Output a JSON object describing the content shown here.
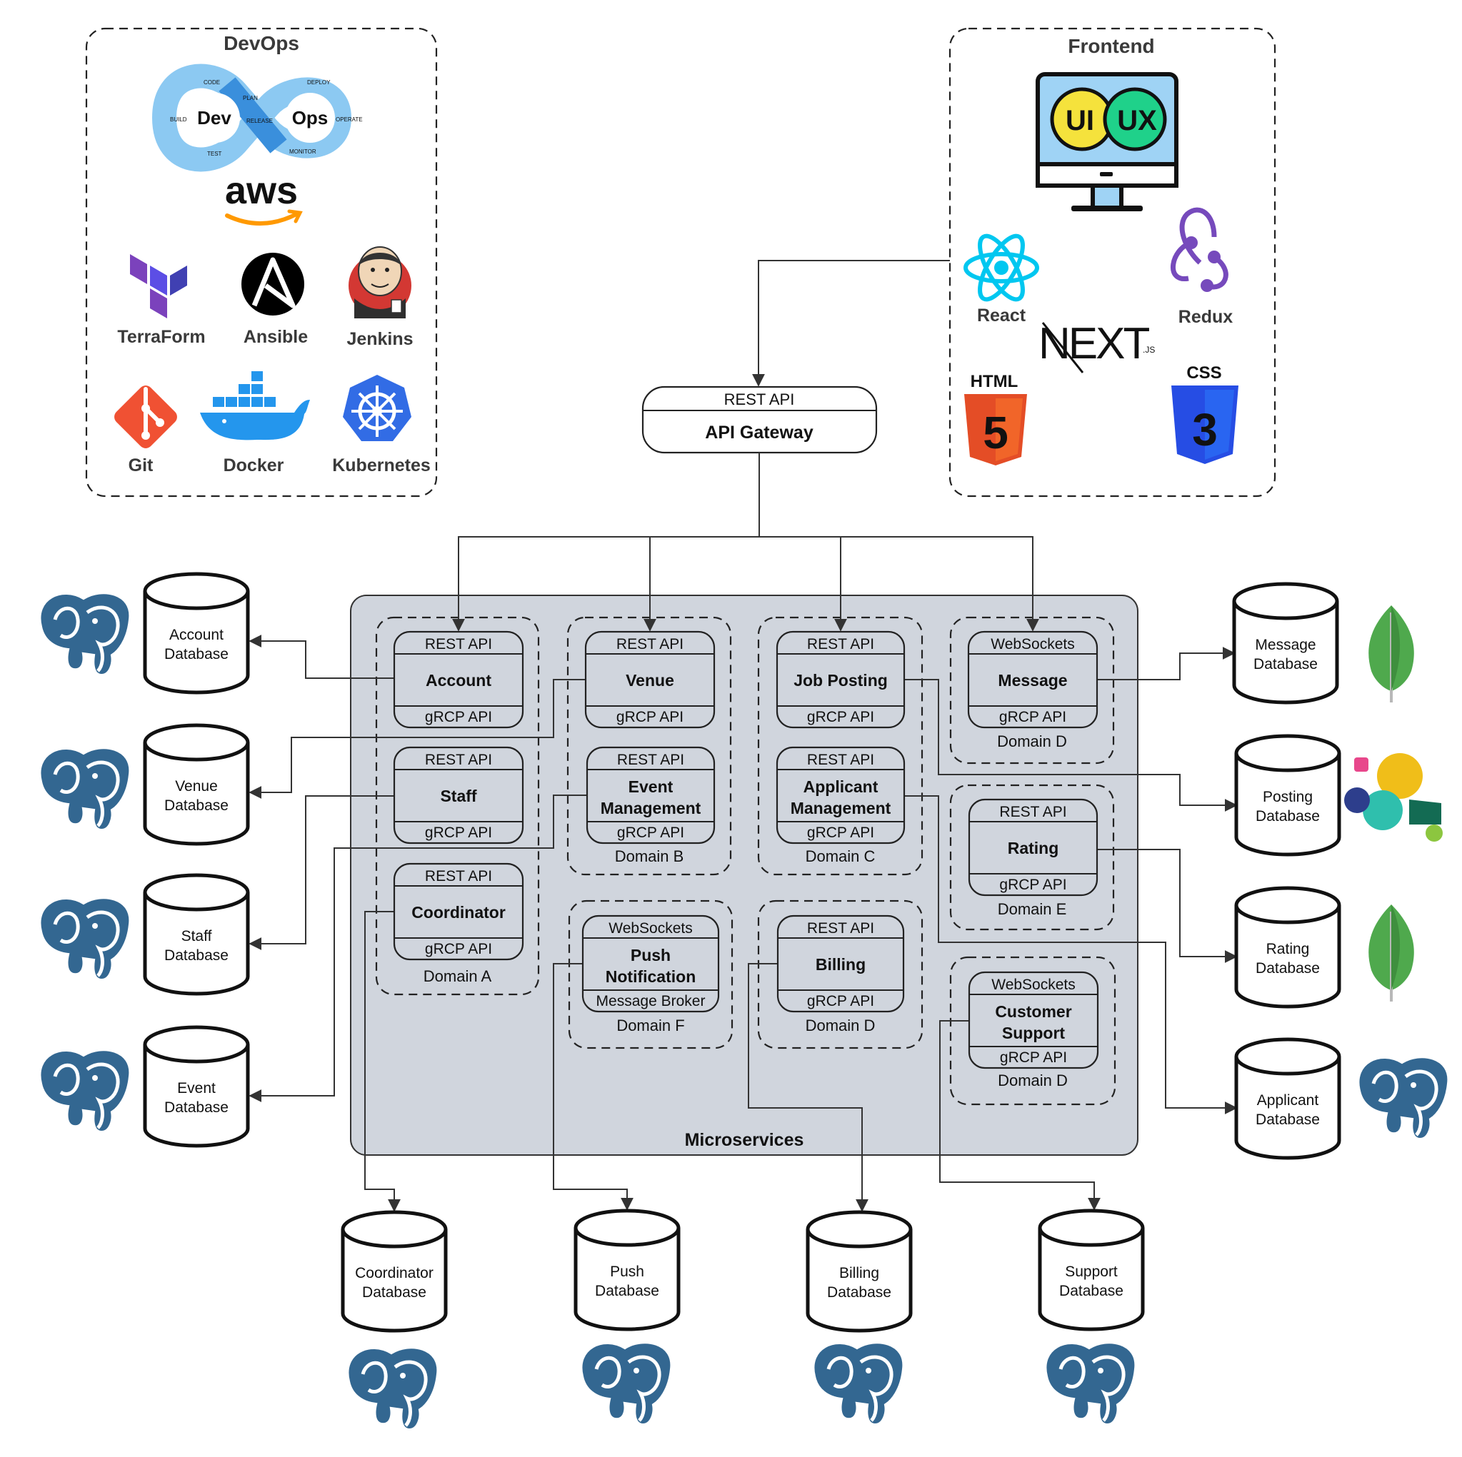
{
  "devops": {
    "title": "DevOps",
    "devops_logo": {
      "dev": "Dev",
      "ops": "Ops",
      "stages": [
        "CODE",
        "PLAN",
        "BUILD",
        "TEST",
        "RELEASE",
        "DEPLOY",
        "OPERATE",
        "MONITOR"
      ]
    },
    "aws_logo": "aws",
    "tools": [
      {
        "label": "TerraForm",
        "icon": "terraform-icon"
      },
      {
        "label": "Ansible",
        "icon": "ansible-icon"
      },
      {
        "label": "Jenkins",
        "icon": "jenkins-icon"
      },
      {
        "label": "Git",
        "icon": "git-icon"
      },
      {
        "label": "Docker",
        "icon": "docker-icon"
      },
      {
        "label": "Kubernetes",
        "icon": "kubernetes-icon"
      }
    ]
  },
  "frontend": {
    "title": "Frontend",
    "uiux": {
      "ui": "UI",
      "ux": "UX"
    },
    "techs": [
      {
        "label": "React",
        "icon": "react-icon"
      },
      {
        "label": "Redux",
        "icon": "redux-icon"
      },
      {
        "label": "",
        "icon": "nextjs-icon"
      },
      {
        "label": "",
        "icon": "html5-icon"
      },
      {
        "label": "",
        "icon": "css3-icon"
      }
    ],
    "next_logo": {
      "text": "NEXT",
      "suffix": ".JS"
    },
    "html_logo": {
      "text": "HTML",
      "digit": "5"
    },
    "css_logo": {
      "text": "CSS",
      "digit": "3"
    }
  },
  "gateway": {
    "top": "REST API",
    "name": "API Gateway"
  },
  "microservices_label": "Microservices",
  "domains": [
    {
      "id": "a",
      "label": "Domain A"
    },
    {
      "id": "b",
      "label": "Domain B"
    },
    {
      "id": "c",
      "label": "Domain C"
    },
    {
      "id": "d1",
      "label": "Domain D"
    },
    {
      "id": "e",
      "label": "Domain E"
    },
    {
      "id": "f",
      "label": "Domain F"
    },
    {
      "id": "d2",
      "label": "Domain D"
    },
    {
      "id": "d3",
      "label": "Domain D"
    }
  ],
  "services": [
    {
      "id": "account",
      "top": "REST API",
      "name": [
        "Account"
      ],
      "bottom": "gRCP API"
    },
    {
      "id": "venue",
      "top": "REST API",
      "name": [
        "Venue"
      ],
      "bottom": "gRCP API"
    },
    {
      "id": "jobposting",
      "top": "REST API",
      "name": [
        "Job Posting"
      ],
      "bottom": "gRCP API"
    },
    {
      "id": "message",
      "top": "WebSockets",
      "name": [
        "Message"
      ],
      "bottom": "gRCP API"
    },
    {
      "id": "staff",
      "top": "REST API",
      "name": [
        "Staff"
      ],
      "bottom": "gRCP API"
    },
    {
      "id": "event",
      "top": "REST API",
      "name": [
        "Event",
        "Management"
      ],
      "bottom": "gRCP API"
    },
    {
      "id": "applicant",
      "top": "REST API",
      "name": [
        "Applicant",
        "Management"
      ],
      "bottom": "gRCP API"
    },
    {
      "id": "rating",
      "top": "REST API",
      "name": [
        "Rating"
      ],
      "bottom": "gRCP API"
    },
    {
      "id": "coordinator",
      "top": "REST API",
      "name": [
        "Coordinator"
      ],
      "bottom": "gRCP API"
    },
    {
      "id": "push",
      "top": "WebSockets",
      "name": [
        "Push",
        "Notification"
      ],
      "bottom": "Message Broker"
    },
    {
      "id": "billing",
      "top": "REST API",
      "name": [
        "Billing"
      ],
      "bottom": "gRCP API"
    },
    {
      "id": "support",
      "top": "WebSockets",
      "name": [
        "Customer",
        "Support"
      ],
      "bottom": "gRCP API"
    }
  ],
  "databases": [
    {
      "id": "account_db",
      "lines": [
        "Account",
        "Database"
      ],
      "logo": "postgresql-icon"
    },
    {
      "id": "venue_db",
      "lines": [
        "Venue",
        "Database"
      ],
      "logo": "postgresql-icon"
    },
    {
      "id": "staff_db",
      "lines": [
        "Staff",
        "Database"
      ],
      "logo": "postgresql-icon"
    },
    {
      "id": "event_db",
      "lines": [
        "Event",
        "Database"
      ],
      "logo": "postgresql-icon"
    },
    {
      "id": "message_db",
      "lines": [
        "Message",
        "Database"
      ],
      "logo": "mongodb-icon"
    },
    {
      "id": "posting_db",
      "lines": [
        "Posting",
        "Database"
      ],
      "logo": "elasticsearch-icon"
    },
    {
      "id": "rating_db",
      "lines": [
        "Rating",
        "Database"
      ],
      "logo": "mongodb-icon"
    },
    {
      "id": "applicant_db",
      "lines": [
        "Applicant",
        "Database"
      ],
      "logo": "postgresql-icon"
    },
    {
      "id": "coordinator_db",
      "lines": [
        "Coordinator",
        "Database"
      ],
      "logo": "postgresql-icon"
    },
    {
      "id": "push_db",
      "lines": [
        "Push",
        "Database"
      ],
      "logo": "postgresql-icon"
    },
    {
      "id": "billing_db",
      "lines": [
        "Billing",
        "Database"
      ],
      "logo": "postgresql-icon"
    },
    {
      "id": "support_db",
      "lines": [
        "Support",
        "Database"
      ],
      "logo": "postgresql-icon"
    }
  ],
  "connections": [
    {
      "from": "frontend",
      "to": "gateway"
    },
    {
      "from": "gateway",
      "to": "account"
    },
    {
      "from": "gateway",
      "to": "venue"
    },
    {
      "from": "gateway",
      "to": "jobposting"
    },
    {
      "from": "gateway",
      "to": "message"
    },
    {
      "from": "account",
      "to": "account_db"
    },
    {
      "from": "venue",
      "to": "venue_db"
    },
    {
      "from": "staff",
      "to": "staff_db"
    },
    {
      "from": "event",
      "to": "event_db"
    },
    {
      "from": "message",
      "to": "message_db"
    },
    {
      "from": "jobposting",
      "to": "posting_db"
    },
    {
      "from": "rating",
      "to": "rating_db"
    },
    {
      "from": "applicant",
      "to": "applicant_db"
    },
    {
      "from": "coordinator",
      "to": "coordinator_db"
    },
    {
      "from": "push",
      "to": "push_db"
    },
    {
      "from": "billing",
      "to": "billing_db"
    },
    {
      "from": "support",
      "to": "support_db"
    }
  ],
  "colors": {
    "microservices_bg": "#d0d5dd",
    "postgres_blue": "#336791",
    "mongo_green": "#4fa94d",
    "devops_blue": "#5aa9e6",
    "terraform": "#7b42bc",
    "git": "#f05133",
    "docker": "#2496ed",
    "kubernetes": "#326ce5",
    "react": "#00c7f0",
    "redux": "#764abc",
    "html5": "#e44d26",
    "css3": "#264de4",
    "ui_yellow": "#f5e23c",
    "ux_green": "#1fd18a",
    "monitor": "#9fd3f5",
    "aws_orange": "#ff9900",
    "aws_text": "#232f3e"
  }
}
